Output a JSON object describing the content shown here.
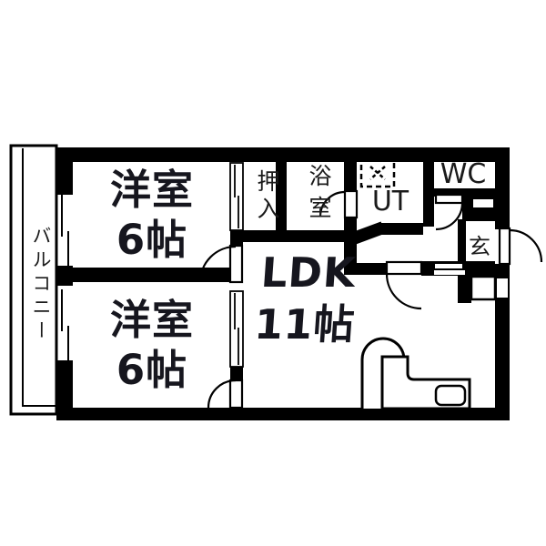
{
  "plan": {
    "balcony": {
      "label": "バルコニー"
    },
    "western_room_1": {
      "name": "洋室",
      "size": "6帖"
    },
    "western_room_2": {
      "name": "洋室",
      "size": "6帖"
    },
    "ldk": {
      "name": "LDK",
      "size": "11帖"
    },
    "closet": {
      "label": "押入"
    },
    "bathroom": {
      "label": "浴室"
    },
    "utility": {
      "label": "UT"
    },
    "toilet": {
      "label": "WC"
    },
    "entrance": {
      "label": "玄"
    },
    "colors": {
      "wall": "#000000",
      "label": "#1a1a22",
      "background": "#ffffff"
    }
  }
}
